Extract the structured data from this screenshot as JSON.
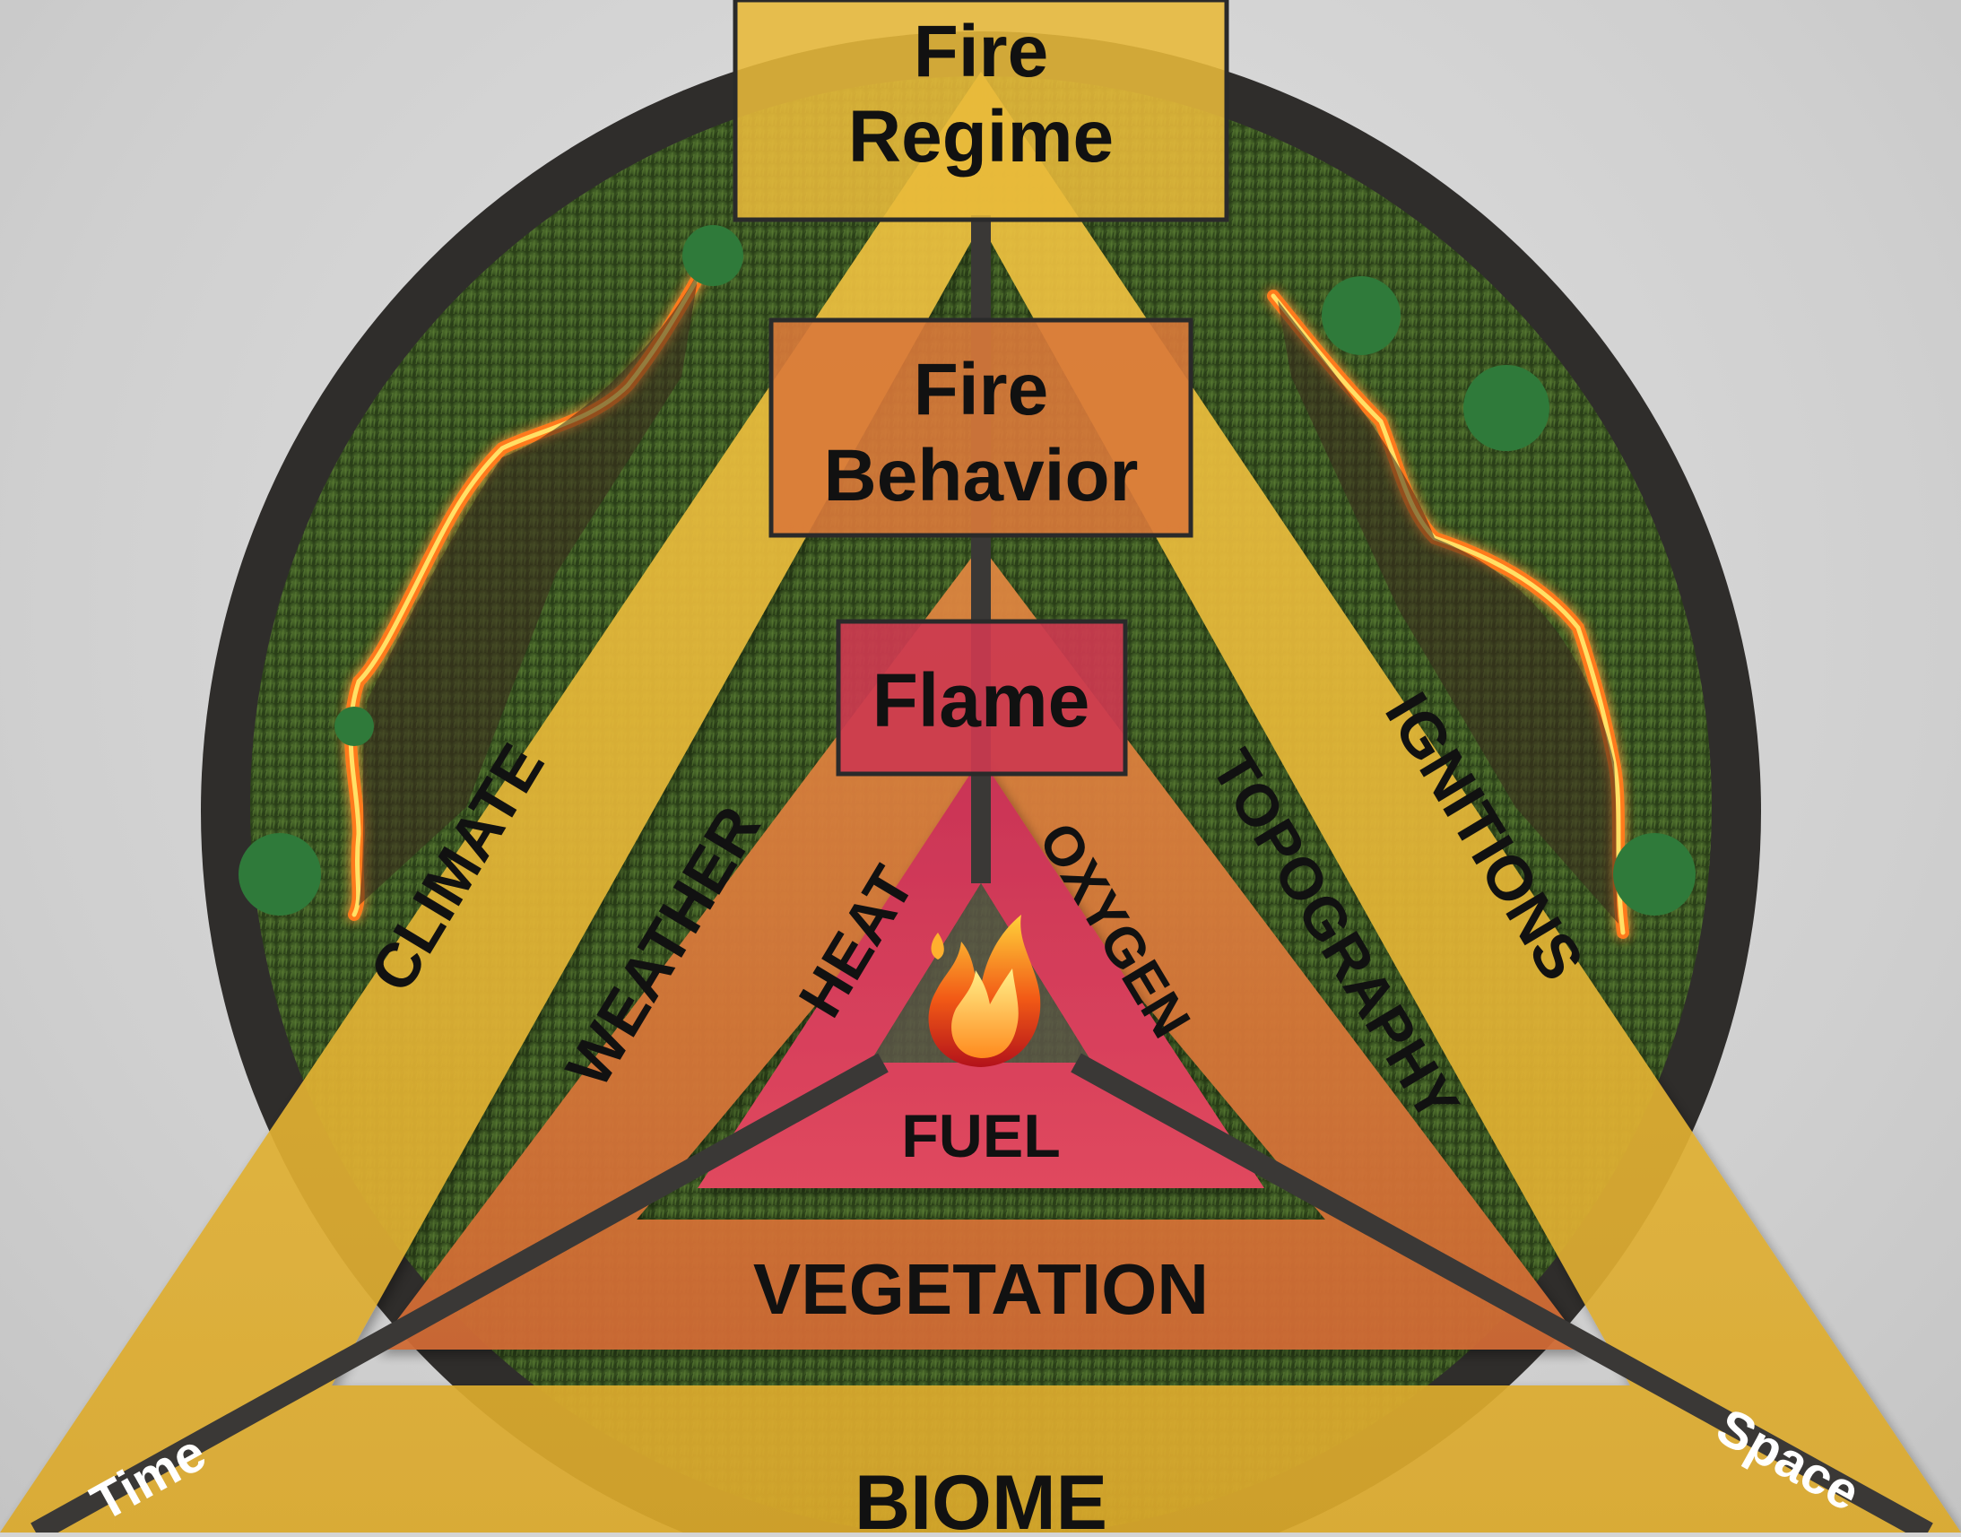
{
  "levels": {
    "fire_regime": {
      "line1": "Fire",
      "line2": "Regime"
    },
    "fire_behavior": {
      "line1": "Fire",
      "line2": "Behavior"
    },
    "flame": {
      "label": "Flame"
    }
  },
  "outer_triangle": {
    "left": "CLIMATE",
    "right": "IGNITIONS",
    "bottom": "BIOME"
  },
  "middle_triangle": {
    "left": "WEATHER",
    "right": "TOPOGRAPHY",
    "bottom": "VEGETATION"
  },
  "inner_triangle": {
    "left": "HEAT",
    "right": "OXYGEN",
    "bottom": "FUEL"
  },
  "axes": {
    "time": "Time",
    "space": "Space"
  },
  "center_icon": "flame-icon",
  "colors": {
    "outer": "#e8b93a",
    "middle": "#d9793a",
    "inner": "#d63a57",
    "grass": "#3d5a24",
    "ring": "#2f2d2b",
    "fire": "#ff7a1a"
  }
}
